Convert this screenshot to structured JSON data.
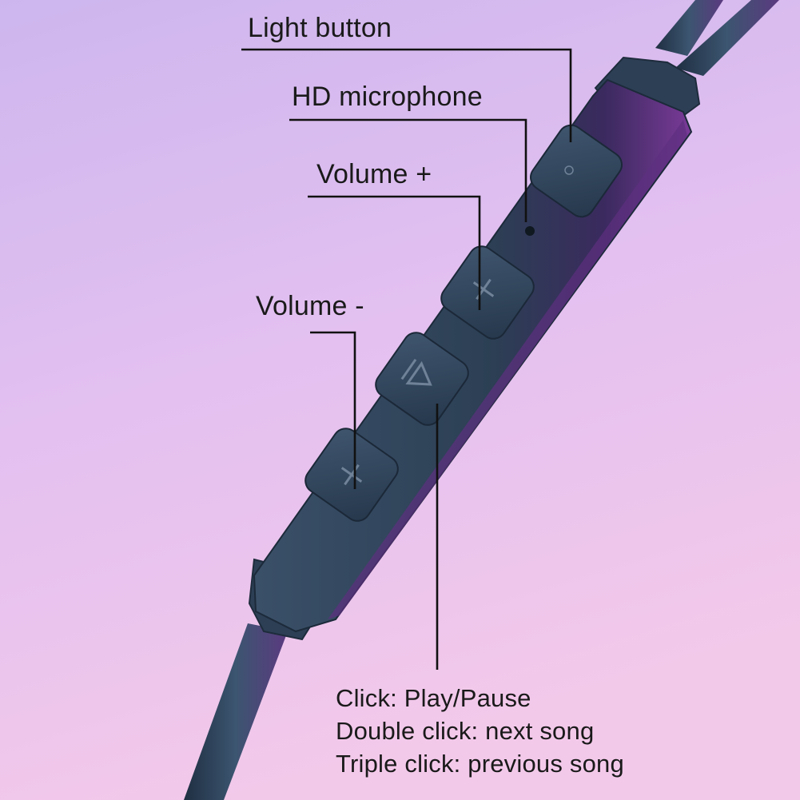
{
  "labels": {
    "light_button": "Light button",
    "hd_microphone": "HD microphone",
    "volume_up": "Volume +",
    "volume_down": "Volume -"
  },
  "functions": {
    "click": "Click: Play/Pause",
    "double_click": "Double click: next song",
    "triple_click": "Triple click: previous song"
  },
  "colors": {
    "background_top": "#d7b8ee",
    "background_bottom": "#f0c6ec",
    "remote_body": "#2f4358",
    "remote_edge": "#5a2e78",
    "cable": "#2b3d52",
    "callout_line": "#111111"
  },
  "icons": {
    "light": "power-ring-icon",
    "volume_up": "plus-icon",
    "play_pause": "play-pause-icon",
    "volume_down": "minus-icon"
  }
}
